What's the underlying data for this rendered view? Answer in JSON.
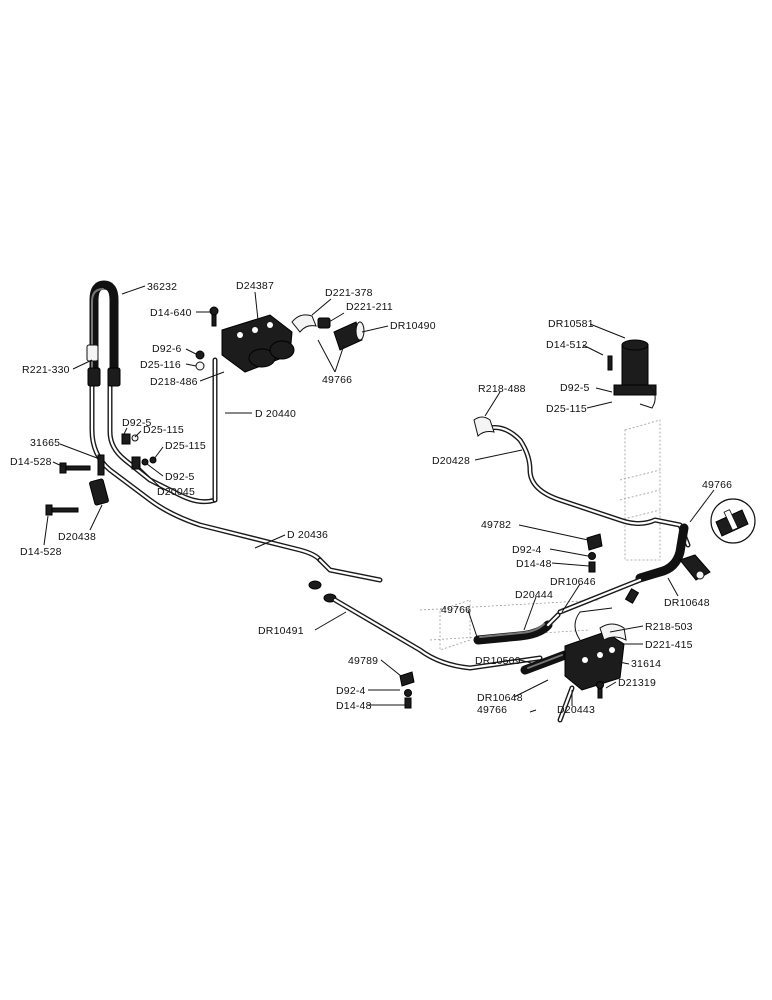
{
  "labels": {
    "p36232": "36232",
    "r221_330": "R221-330",
    "d24387": "D24387",
    "d14_640": "D14-640",
    "d221_378": "D221-378",
    "d221_211": "D221-211",
    "dr10490": "DR10490",
    "d92_6": "D92-6",
    "d25_116": "D25-116",
    "d218_486": "D218-486",
    "p49766_top": "49766",
    "d20440": "D 20440",
    "p31665": "31665",
    "d14_528_a": "D14-528",
    "d92_5_a": "D92-5",
    "d25_115_a": "D25-115",
    "d25_115_b": "D25-115",
    "d92_5_b": "D92-5",
    "d20045": "D20045",
    "d20438": "D20438",
    "d14_528_b": "D14-528",
    "d20436": "D 20436",
    "dr10491": "DR10491",
    "p49789": "49789",
    "d92_4_a": "D92-4",
    "d14_48_a": "D14-48",
    "dr10581": "DR10581",
    "d14_512": "D14-512",
    "r218_488": "R218-488",
    "d92_5_c": "D92-5",
    "d25_115_c": "D25-115",
    "d20428": "D20428",
    "p49766_right": "49766",
    "p49782": "49782",
    "d92_4_b": "D92-4",
    "d14_48_b": "D14-48",
    "dr10646": "DR10646",
    "d20444": "D20444",
    "p49766_mid": "49766",
    "dr10648_a": "DR10648",
    "r218_503": "R218-503",
    "d221_415": "D221-415",
    "dr10509": "DR10509",
    "p31614": "31614",
    "d21319": "D21319",
    "dr10648_b": "DR10648",
    "p49766_bottom": "49766",
    "d20443": "D20443"
  }
}
